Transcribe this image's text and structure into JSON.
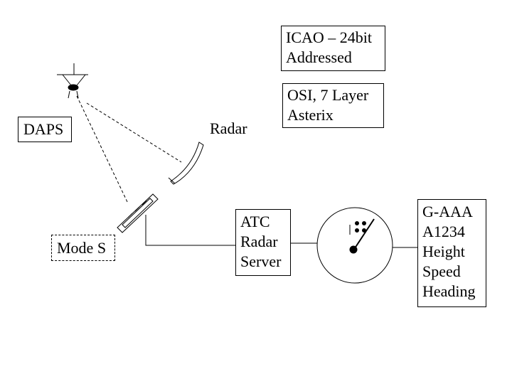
{
  "labels": {
    "icao": [
      "ICAO – 24bit",
      "Addressed"
    ],
    "osi": [
      "OSI, 7 Layer",
      "Asterix"
    ],
    "daps": "DAPS",
    "radar": "Radar",
    "mode_s": "Mode S",
    "atc_server": [
      "ATC",
      "Radar",
      "Server"
    ],
    "flight_info": [
      "G-AAA",
      "A1234",
      "Height",
      "Speed",
      "Heading"
    ]
  },
  "colors": {
    "line": "#000000",
    "background": "#ffffff"
  },
  "icons": {
    "antenna": "tower-antenna-icon",
    "radar_dish": "radar-dish-icon",
    "mode_s_antenna": "mode-s-antenna-icon",
    "radar_scope": "radar-scope-display-icon"
  }
}
